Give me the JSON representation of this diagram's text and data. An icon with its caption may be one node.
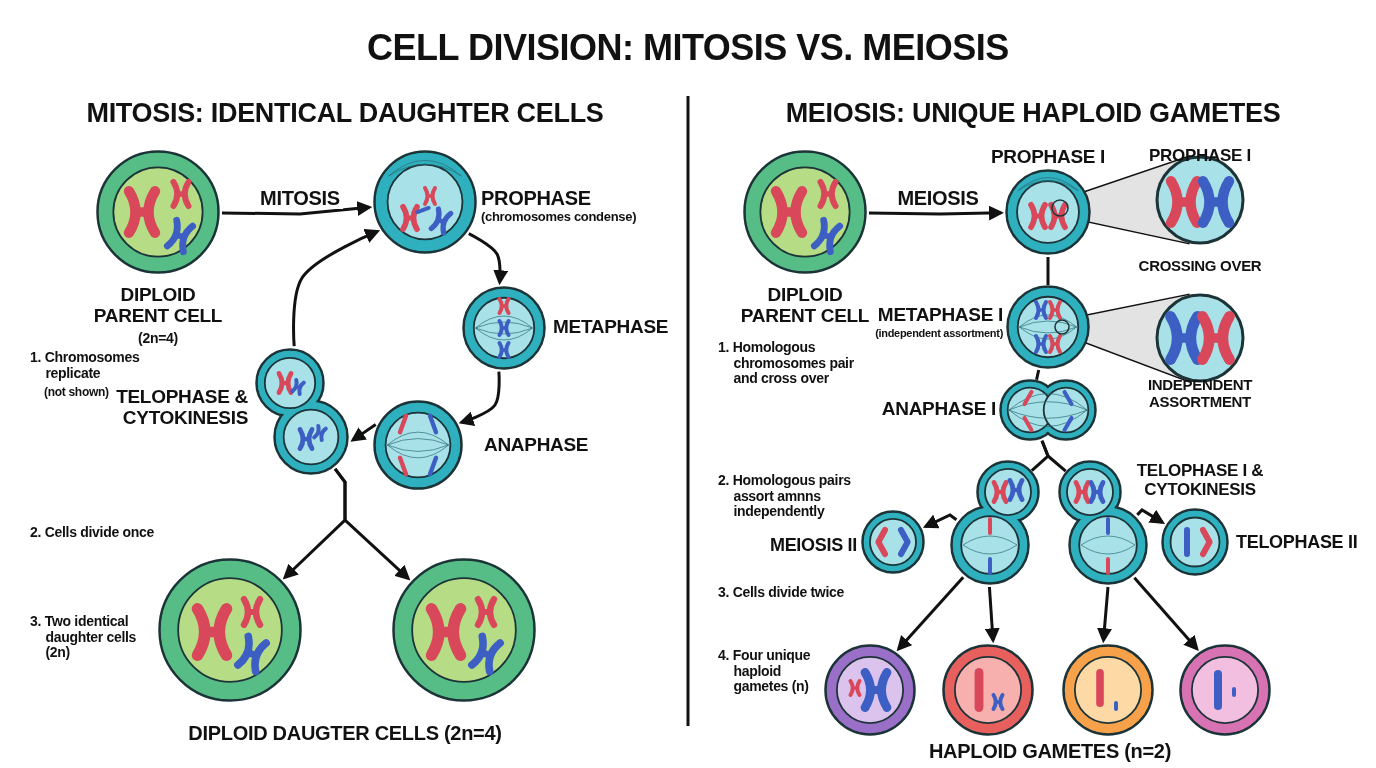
{
  "diagram": {
    "title": "CELL DIVISION: MITOSIS VS. MEIOSIS",
    "nodes": [
      {
        "text": [
          "DIPLOID PARENT CELL",
          "(2n=4)"
        ]
      },
      {
        "text": [
          "PROPHASE",
          "(chromosomes condense)"
        ]
      },
      {
        "text": [
          "METAPHASE"
        ]
      },
      {
        "text": [
          "ANAPHASE"
        ]
      },
      {
        "text": [
          "TELOPHASE & CYTOKINESIS"
        ]
      },
      {
        "text": [],
        "shape": "circle"
      },
      {
        "text": [],
        "shape": "circle"
      },
      {
        "text": [
          "DIPLOID PARENT CELL"
        ]
      },
      {
        "text": [
          "PROPHASE I"
        ]
      },
      {
        "text": [
          "METAPHASE I",
          "(independent assortment)"
        ]
      },
      {
        "text": [
          "ANAPHASE I"
        ]
      },
      {
        "text": [
          "PROPHASE I",
          "CROSSING OVER"
        ]
      },
      {
        "text": [
          "INDEPENDENT ASSORTMENT"
        ]
      },
      {
        "text": [],
        "shape": "circle"
      },
      {
        "text": [
          "TELOPHASE I & CYTOKINESIS"
        ]
      },
      {
        "text": [
          "MEIOSIS II"
        ]
      },
      {
        "text": [
          "TELOPHASE II"
        ]
      },
      {
        "text": [],
        "shape": "circle"
      },
      {
        "text": [],
        "shape": "circle"
      },
      {
        "text": [],
        "shape": "circle"
      },
      {
        "text": [],
        "shape": "circle"
      }
    ],
    "edges": [
      {
        "from": 0,
        "to": 1,
        "arrow": "to",
        "label": "MITOSIS"
      },
      {
        "from": 1,
        "to": 2,
        "arrow": "to"
      },
      {
        "from": 2,
        "to": 3,
        "arrow": "to"
      },
      {
        "from": 3,
        "to": 4,
        "arrow": "to"
      },
      {
        "from": 4,
        "to": 1,
        "arrow": "to"
      },
      {
        "from": 4,
        "to": 5,
        "arrow": "to"
      },
      {
        "from": 4,
        "to": 6,
        "arrow": "to"
      },
      {
        "from": 7,
        "to": 8,
        "arrow": "to",
        "label": "MEIOSIS"
      },
      {
        "from": 8,
        "to": 11,
        "arrow": "none"
      },
      {
        "from": 8,
        "to": 9,
        "arrow": "none"
      },
      {
        "from": 9,
        "to": 12,
        "arrow": "none"
      },
      {
        "from": 9,
        "to": 10,
        "arrow": "none"
      },
      {
        "from": 10,
        "to": 13,
        "arrow": "none"
      },
      {
        "from": 10,
        "to": 14,
        "arrow": "none"
      },
      {
        "from": 13,
        "to": 15,
        "arrow": "to"
      },
      {
        "from": 14,
        "to": 16,
        "arrow": "to"
      },
      {
        "from": 13,
        "to": 17,
        "arrow": "to"
      },
      {
        "from": 13,
        "to": 18,
        "arrow": "to"
      },
      {
        "from": 14,
        "to": 19,
        "arrow": "to"
      },
      {
        "from": 14,
        "to": 20,
        "arrow": "to"
      }
    ],
    "labels": [
      "MITOSIS: IDENTICAL DAUGHTER CELLS",
      "MEIOSIS: UNIQUE HAPLOID GAMETES",
      "1. Chromosomes replicate",
      "(not shown)",
      "2. Cells divide once",
      "3. Two identical daughter cells (2n)",
      "DIPLOID DAUGTER CELLS (2n=4)",
      "1. Homologous chromosomes pair and cross over",
      "2. Homologous pairs assort amnns independently",
      "3. Cells divide twice",
      "4. Four unique haploid gametes (n)",
      "HAPLOID GAMETES (n=2)"
    ]
  }
}
